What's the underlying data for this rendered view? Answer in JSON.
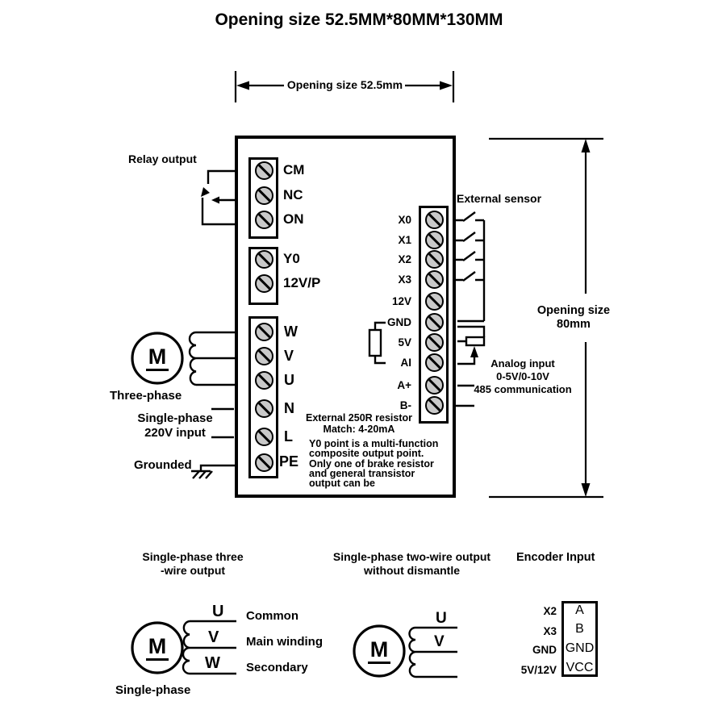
{
  "title": "Opening size 52.5MM*80MM*130MM",
  "dimensions": {
    "width": "Opening size 52.5mm",
    "height_line1": "Opening size",
    "height_line2": "80mm"
  },
  "main_unit": {
    "relay_label": "Relay output",
    "relay_terminals": [
      "CM",
      "NC",
      "ON"
    ],
    "multi_terminals": [
      "Y0",
      "12V/P"
    ],
    "power_terminals": [
      "W",
      "V",
      "U",
      "N",
      "L",
      "PE"
    ],
    "io_terminals": [
      "X0",
      "X1",
      "X2",
      "X3",
      "12V",
      "GND",
      "5V",
      "AI",
      "A+",
      "B-"
    ],
    "external_sensor_label": "External sensor",
    "analog_note_line1": "Analog input",
    "analog_note_line2": "0-5V/0-10V",
    "analog_note_line3": "485 communication",
    "three_phase_label": "Three-phase",
    "single_phase_label_line1": "Single-phase",
    "single_phase_label_line2": "220V input",
    "grounded_label": "Grounded",
    "resistor_note_line1": "External 250R resistor",
    "resistor_note_line2": "Match: 4-20mA",
    "y0_note_line1": "Y0 point is a multi-function",
    "y0_note_line2": "composite output point.",
    "y0_note_line3": "Only one of brake resistor",
    "y0_note_line4": "and general transistor",
    "y0_note_line5": "output can be",
    "motor_letter": "M"
  },
  "bottom": {
    "three_wire": {
      "heading_line1": "Single-phase three",
      "heading_line2": "-wire output",
      "motor_letter": "M",
      "caption": "Single-phase",
      "windings": [
        {
          "terminal": "U",
          "desc": "Common"
        },
        {
          "terminal": "V",
          "desc": "Main winding"
        },
        {
          "terminal": "W",
          "desc": "Secondary"
        }
      ]
    },
    "two_wire": {
      "heading_line1": "Single-phase two-wire output",
      "heading_line2": "without dismantle",
      "motor_letter": "M",
      "terminals": [
        "U",
        "V"
      ]
    },
    "encoder": {
      "heading": "Encoder Input",
      "rows": [
        {
          "input": "X2",
          "pin": "A"
        },
        {
          "input": "X3",
          "pin": "B"
        },
        {
          "input": "GND",
          "pin": "GND"
        },
        {
          "input": "5V/12V",
          "pin": "VCC"
        }
      ]
    }
  },
  "colors": {
    "line": "#000000",
    "screw_fill": "#c9c9c9",
    "background": "#ffffff"
  }
}
